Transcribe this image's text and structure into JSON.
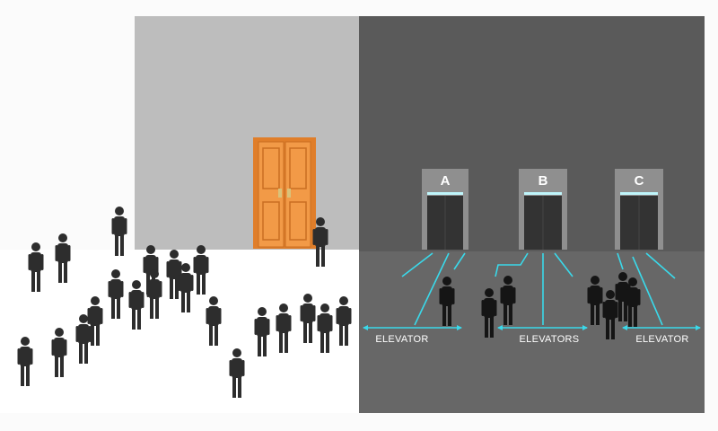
{
  "scene": {
    "description_free": true,
    "colors": {
      "left_wall": "#bdbdbd",
      "left_floor": "#ffffff",
      "right_wall": "#5a5a5a",
      "right_floor": "#676767",
      "door": "#f29a47",
      "door_frame": "#e07e2a",
      "cyan_line": "#3ad9ea",
      "silhouette": "#2d2d2d",
      "elevator_frame": "#8f8f8f"
    },
    "elevators": [
      {
        "letter": "A"
      },
      {
        "letter": "B"
      },
      {
        "letter": "C"
      }
    ],
    "floor_labels": [
      "ELEVATOR",
      "ELEVATORS",
      "ELEVATOR"
    ]
  }
}
